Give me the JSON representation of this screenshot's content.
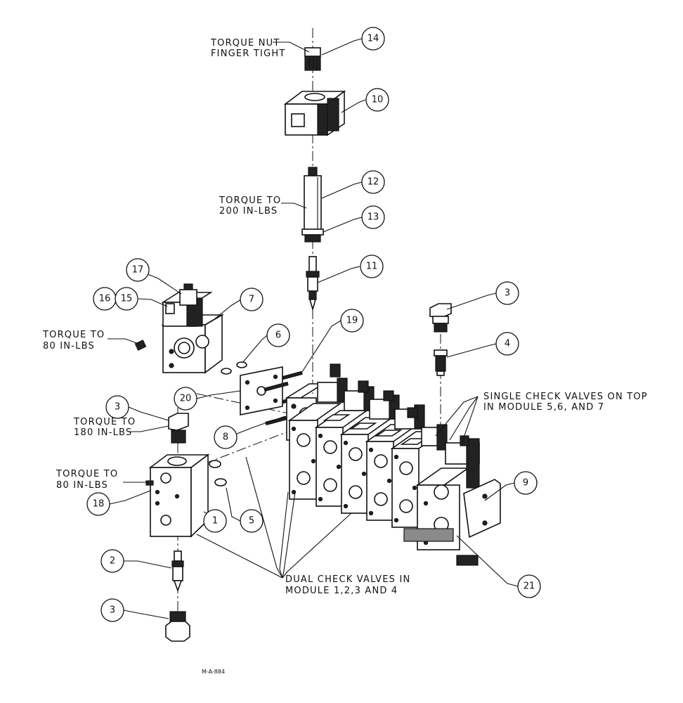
{
  "drawing_ref": "M-A-884",
  "balloons": {
    "b14": "14",
    "b10": "10",
    "b12": "12",
    "b13": "13",
    "b11": "11",
    "b17": "17",
    "b16": "16",
    "b15": "15",
    "b7": "7",
    "b6": "6",
    "b19": "19",
    "b3_top": "3",
    "b4": "4",
    "b20": "20",
    "b8": "8",
    "b3_left": "3",
    "b5": "5",
    "b1": "1",
    "b18": "18",
    "b2": "2",
    "b3_bottom": "3",
    "b9": "9",
    "b21": "21"
  },
  "notes": {
    "torque_nut": [
      "TORQUE NUT",
      "FINGER TIGHT"
    ],
    "torque_200": [
      "TORQUE TO",
      "200 IN-LBS"
    ],
    "torque_80_upper": [
      "TORQUE TO",
      "80 IN-LBS"
    ],
    "torque_180": [
      "TORQUE TO",
      "180 IN-LBS"
    ],
    "torque_80_lower": [
      "TORQUE TO",
      "80 IN-LBS"
    ],
    "single_check": [
      "SINGLE CHECK VALVES ON TOP",
      "IN MODULE 5,6, AND 7"
    ],
    "dual_check": [
      "DUAL CHECK VALVES IN",
      "MODULE 1,2,3 AND 4"
    ]
  }
}
